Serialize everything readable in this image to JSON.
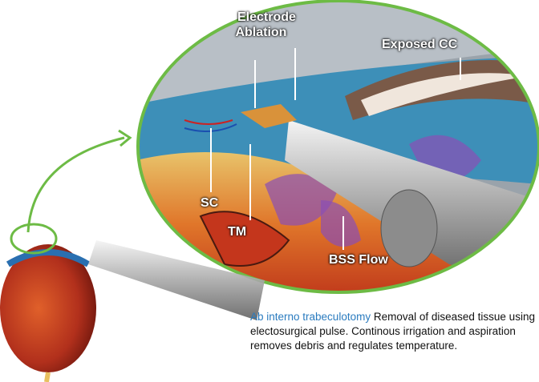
{
  "labels": {
    "electrode_ablation": [
      "Electrode",
      "Ablation"
    ],
    "exposed_cc": "Exposed CC",
    "sc": "SC",
    "tm": "TM",
    "bss_flow": "BSS Flow"
  },
  "caption": {
    "highlight": "Ab interno trabeculotomy",
    "text": " Removal of diseased tissue using electosurgical pulse. Continous irrigation and aspiration removes debris and regulates temperature."
  },
  "colors": {
    "accent_green": "#6dbb45",
    "caption_blue": "#2a7bbf"
  }
}
